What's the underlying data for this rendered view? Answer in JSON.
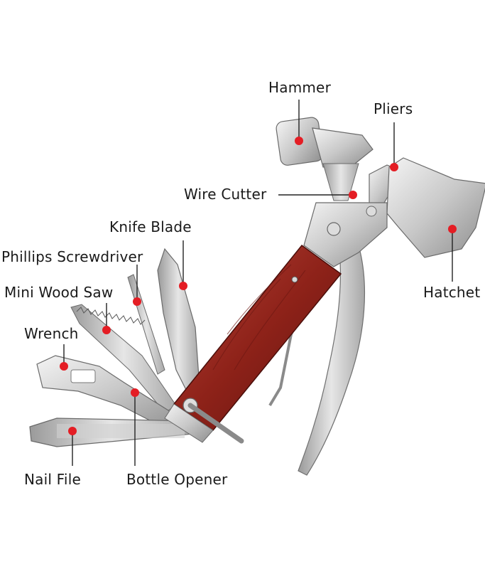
{
  "colors": {
    "marker": "#e41d24",
    "text": "#1a1a1a",
    "steel_light": "#e8e8e8",
    "steel_mid": "#bdbdbd",
    "steel_dark": "#7a7a7a",
    "wood": "#9c2a22",
    "wood_dark": "#5e120e"
  },
  "callouts": [
    {
      "id": "hammer",
      "label": "Hammer"
    },
    {
      "id": "pliers",
      "label": "Pliers"
    },
    {
      "id": "wire-cutter",
      "label": "Wire Cutter"
    },
    {
      "id": "knife-blade",
      "label": "Knife Blade"
    },
    {
      "id": "phillips-screwdriver",
      "label": "Phillips Screwdriver"
    },
    {
      "id": "mini-wood-saw",
      "label": "Mini Wood Saw"
    },
    {
      "id": "wrench",
      "label": "Wrench"
    },
    {
      "id": "hatchet",
      "label": "Hatchet"
    },
    {
      "id": "nail-file",
      "label": "Nail File"
    },
    {
      "id": "bottle-opener",
      "label": "Bottle Opener"
    }
  ]
}
